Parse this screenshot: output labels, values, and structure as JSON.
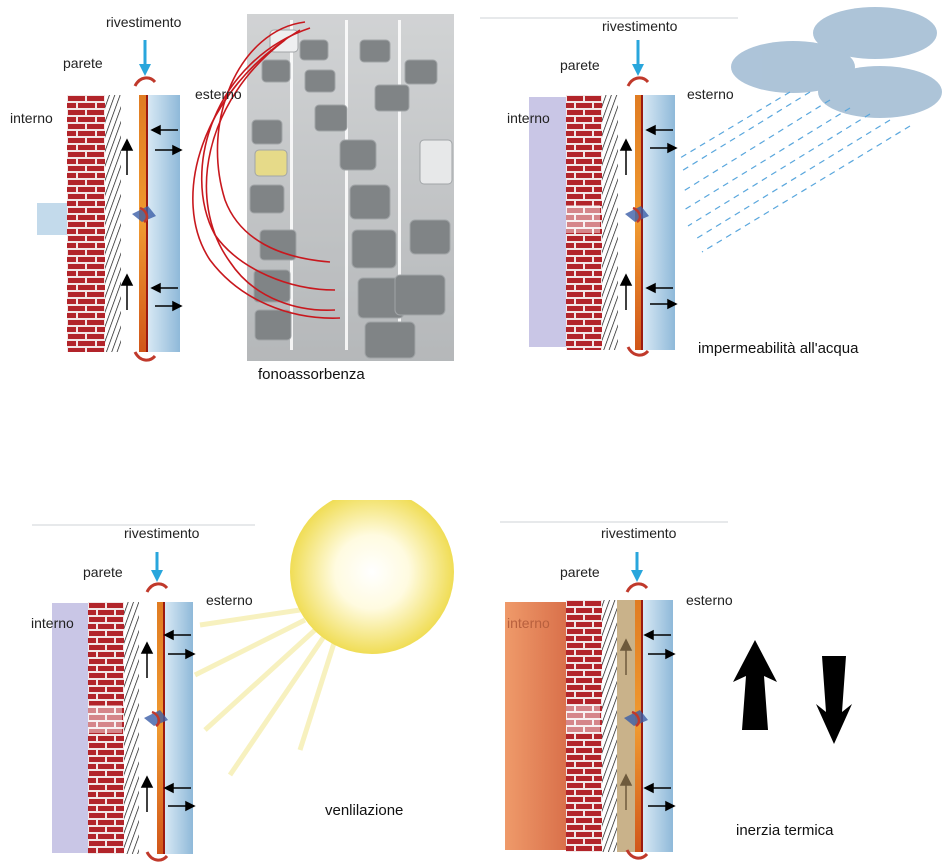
{
  "panels": [
    {
      "labels": {
        "coating": "rivestimento",
        "wall": "parete",
        "interior": "interno",
        "exterior": "esterno"
      },
      "caption": "fonoassorbenza",
      "effect": "traffic-noise"
    },
    {
      "labels": {
        "coating": "rivestimento",
        "wall": "parete",
        "interior": "interno",
        "exterior": "esterno"
      },
      "caption": "impermeabilità all'acqua",
      "effect": "rain-cloud"
    },
    {
      "labels": {
        "coating": "rivestimento",
        "wall": "parete",
        "interior": "interno",
        "exterior": "esterno"
      },
      "caption": "venlilazione",
      "effect": "sun"
    },
    {
      "labels": {
        "coating": "rivestimento",
        "wall": "parete",
        "interior": "interno",
        "exterior": "esterno"
      },
      "caption": "inerzia termica",
      "effect": "up-down-arrows"
    }
  ],
  "colors": {
    "brick": "#b2242a",
    "mortar": "#f2e6e6",
    "cavity_orange": "#e8842a",
    "cavity_red": "#b01c10",
    "cladding_blue": "#a9cbe3",
    "interior_lilac": "#c9c6e6",
    "interior_warm": "#e98a5c",
    "arrow_blue": "#29a6dc",
    "rain": "#5aa7dd",
    "cloud": "#9fbad2",
    "sun": "#f3e04d"
  }
}
